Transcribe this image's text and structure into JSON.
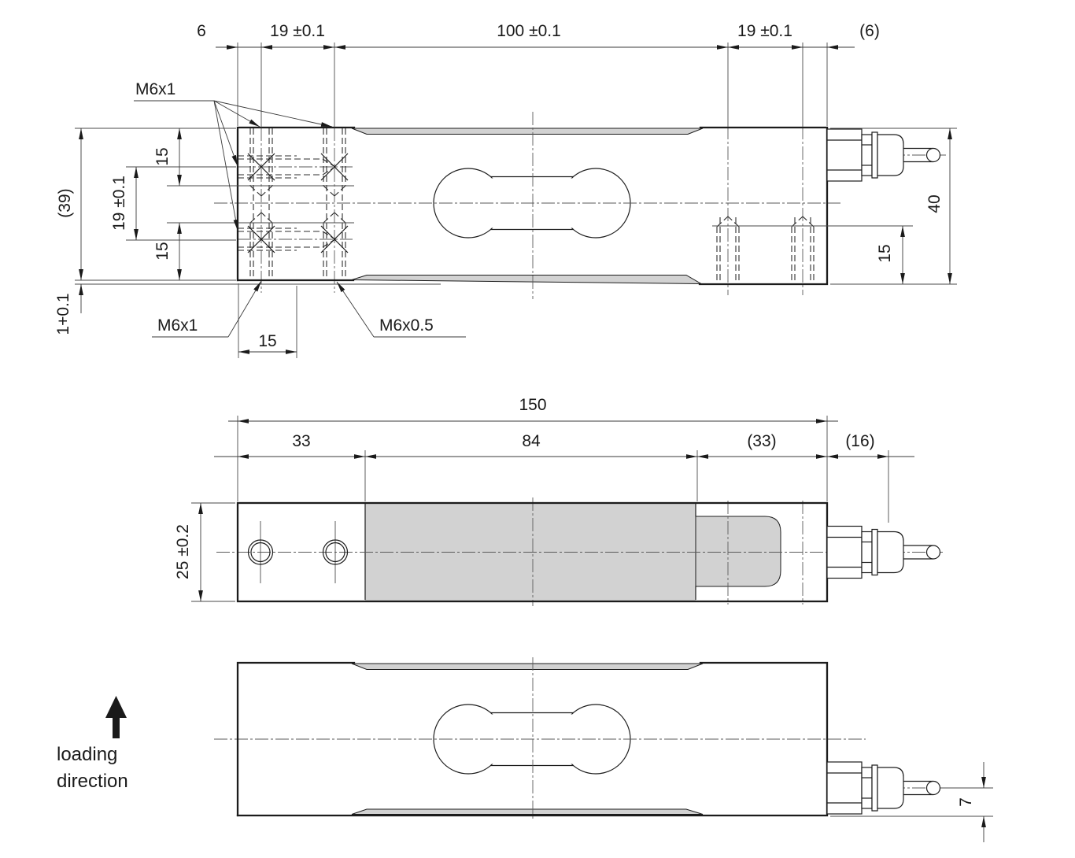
{
  "colors": {
    "outline": "#1c1c1c",
    "thin_line": "#2e2e2e",
    "aux_line": "#4a4a4a",
    "centerline": "#5a5a5a",
    "slot_fill": "#d2d2d2",
    "background": "#ffffff"
  },
  "side_view": {
    "top_dims": {
      "offset_left": "6",
      "pitch_left": "19 ±0.1",
      "span": "100 ±0.1",
      "pitch_right": "19 ±0.1",
      "offset_right": "(6)"
    },
    "left_dims": {
      "body_height": "(39)",
      "depth_top": "15",
      "pitch_vertical": "19 ±0.1",
      "depth_bottom": "15",
      "step": "1+0.1"
    },
    "right_dims": {
      "total_height": "40",
      "thread_depth": "15"
    },
    "bottom_dims": {
      "axial_depth": "15"
    },
    "labels": {
      "thread_top": "M6x1",
      "thread_bottom": "M6x1",
      "thread_fine": "M6x0.5"
    }
  },
  "plan_view": {
    "dims": {
      "total_length": "150",
      "left_section": "33",
      "middle_section": "84",
      "right_section": "(33)",
      "connector": "(16)",
      "width": "25 ±0.2"
    }
  },
  "bottom_view": {
    "dims": {
      "cable_offset": "7"
    },
    "note_line1": "loading",
    "note_line2": "direction"
  }
}
